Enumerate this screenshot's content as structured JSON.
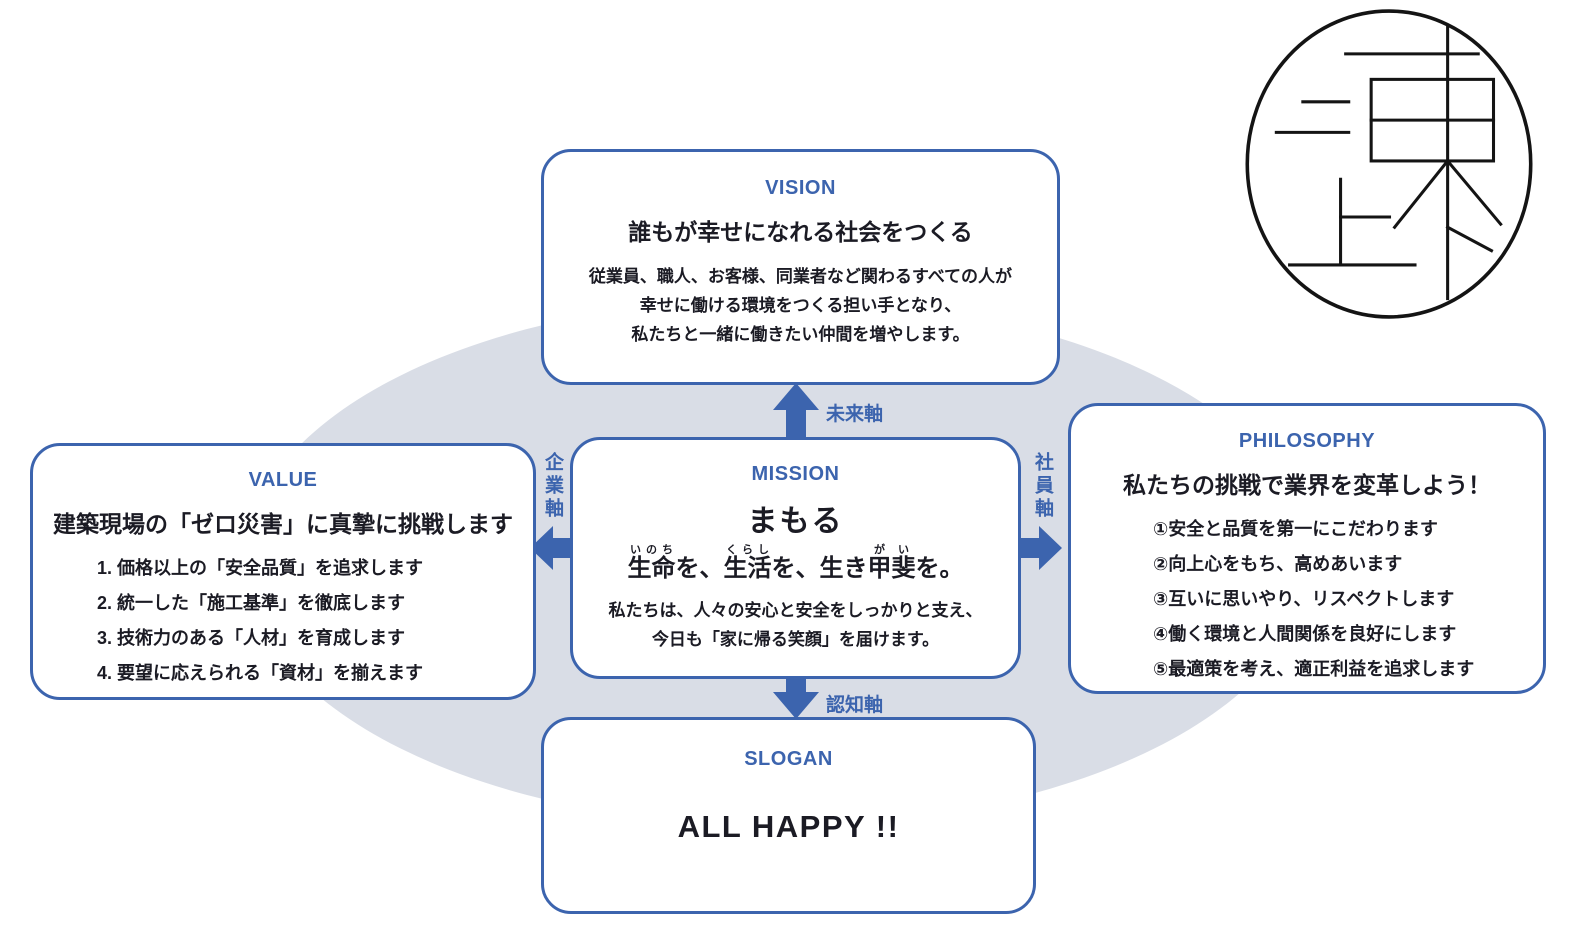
{
  "colors": {
    "accent": "#3c64ae",
    "text": "#1b1b24",
    "ellipse": "#d9dde6"
  },
  "axes": {
    "top": "未来軸",
    "bottom": "認知軸",
    "left": "企業軸",
    "right": "社員軸"
  },
  "vision": {
    "heading": "VISION",
    "title": "誰もが幸せになれる社会をつくる",
    "body": [
      "従業員、職人、お客様、同業者など関わるすべての人が",
      "幸せに働ける環境をつくる担い手となり、",
      "私たちと一緒に働きたい仲間を増やします。"
    ]
  },
  "mission": {
    "heading": "MISSION",
    "word": "まもる",
    "ruby": [
      {
        "base": "生命",
        "rt": "いのち"
      },
      {
        "base": "を、"
      },
      {
        "base": "生活",
        "rt": "くらし"
      },
      {
        "base": "を、"
      },
      {
        "base": "生き"
      },
      {
        "base": "甲斐",
        "rt": "がい"
      },
      {
        "base": "を。"
      }
    ],
    "body": [
      "私たちは、人々の安心と安全をしっかりと支え、",
      "今日も「家に帰る笑顔」を届けます。"
    ]
  },
  "value": {
    "heading": "VALUE",
    "title": "建築現場の「ゼロ災害」に真摯に挑戦します",
    "items": [
      "1. 価格以上の「安全品質」を追求します",
      "2. 統一した「施工基準」を徹底します",
      "3. 技術力のある「人材」を育成します",
      "4. 要望に応えられる「資材」を揃えます"
    ]
  },
  "philosophy": {
    "heading": "PHILOSOPHY",
    "title": "私たちの挑戦で業界を変革しよう！",
    "items": [
      "①安全と品質を第一にこだわります",
      "②向上心をもち、高めあいます",
      "③互いに思いやり、リスペクトします",
      "④働く環境と人間関係を良好にします",
      "⑤最適策を考え、適正利益を追求します"
    ]
  },
  "slogan": {
    "heading": "SLOGAN",
    "text": "ALL HAPPY !!"
  }
}
